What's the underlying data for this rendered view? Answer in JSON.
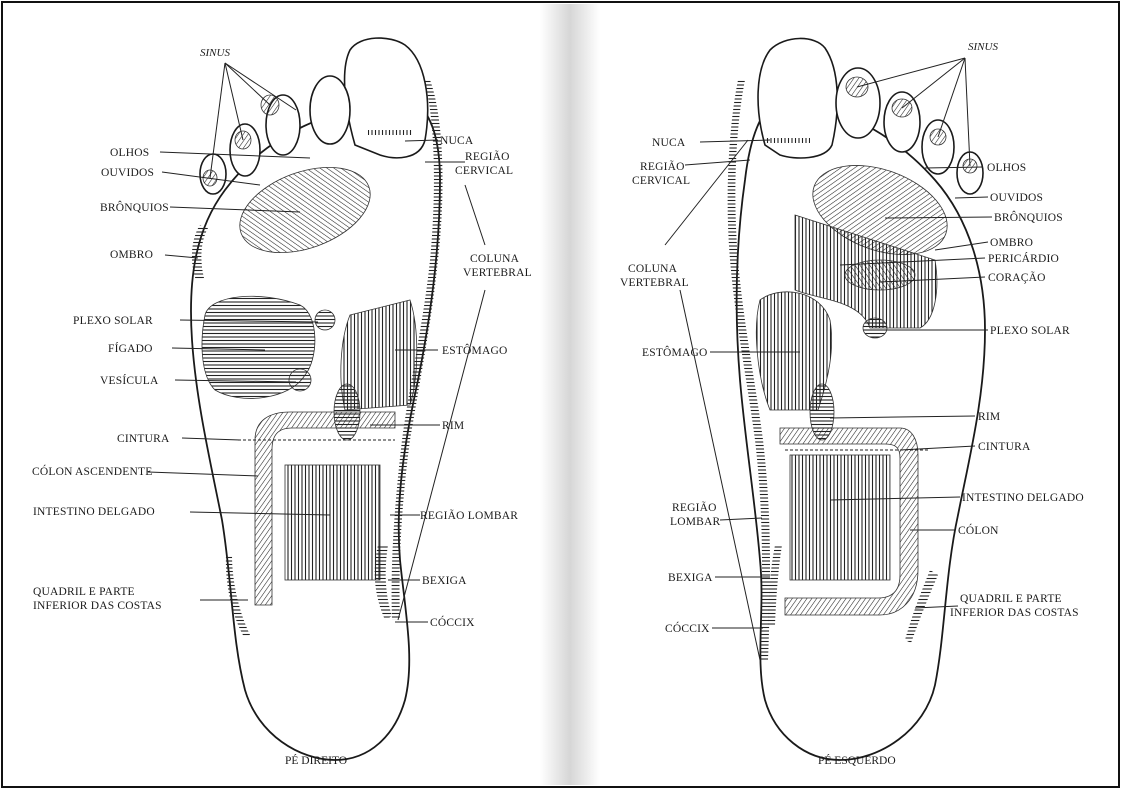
{
  "right_foot": {
    "caption": "PÉ DIREITO",
    "labels": {
      "sinus": "SINUS",
      "olhos": "OLHOS",
      "ouvidos": "OUVIDOS",
      "bronquios": "BRÔNQUIOS",
      "ombro": "OMBRO",
      "plexo_solar": "PLEXO SOLAR",
      "figado": "FÍGADO",
      "vesicula": "VESÍCULA",
      "cintura": "CINTURA",
      "colon_ascendente": "CÓLON ASCENDENTE",
      "intestino_delgado": "INTESTINO DELGADO",
      "quadril_1": "QUADRIL E PARTE",
      "quadril_2": "INFERIOR DAS COSTAS",
      "nuca": "NUCA",
      "regiao_cervical_1": "REGIÃO",
      "regiao_cervical_2": "CERVICAL",
      "coluna_1": "COLUNA",
      "coluna_2": "VERTEBRAL",
      "estomago": "ESTÔMAGO",
      "rim": "RIM",
      "regiao_lombar": "REGIÃO LOMBAR",
      "bexiga": "BEXIGA",
      "coccix": "CÓCCIX"
    }
  },
  "left_foot": {
    "caption": "PÉ ESQUERDO",
    "labels": {
      "sinus": "SINUS",
      "nuca": "NUCA",
      "regiao_cervical_1": "REGIÃO",
      "regiao_cervical_2": "CERVICAL",
      "coluna_1": "COLUNA",
      "coluna_2": "VERTEBRAL",
      "estomago": "ESTÔMAGO",
      "regiao_lombar_1": "REGIÃO",
      "regiao_lombar_2": "LOMBAR",
      "bexiga": "BEXIGA",
      "coccix": "CÓCCIX",
      "olhos": "OLHOS",
      "ouvidos": "OUVIDOS",
      "bronquios": "BRÔNQUIOS",
      "ombro": "OMBRO",
      "pericardio": "PERICÁRDIO",
      "coracao": "CORAÇÃO",
      "plexo_solar": "PLEXO SOLAR",
      "rim": "RIM",
      "cintura": "CINTURA",
      "intestino_delgado": "INTESTINO DELGADO",
      "colon": "CÓLON",
      "quadril_1": "QUADRIL E PARTE",
      "quadril_2": "INFERIOR DAS COSTAS"
    }
  },
  "colors": {
    "ink": "#1a1a1a",
    "paper": "#ffffff",
    "gutter": "#d9d9d9"
  }
}
